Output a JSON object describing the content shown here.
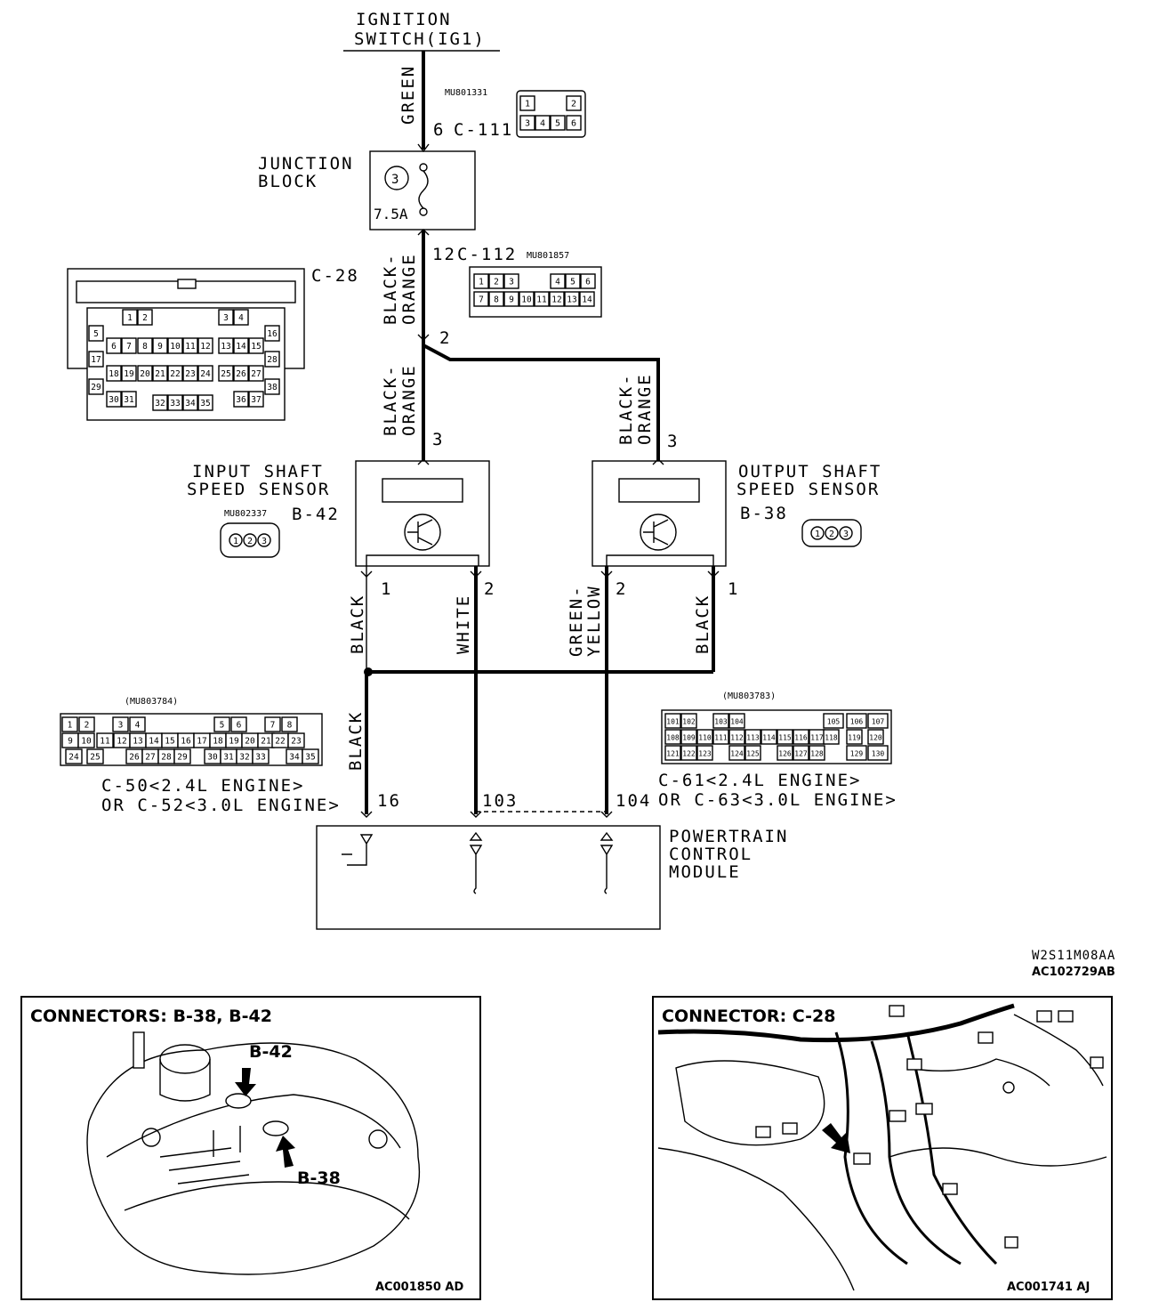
{
  "diagram": {
    "ignition_switch": {
      "line1": "IGNITION",
      "line2": "SWITCH(IG1)"
    },
    "wires": {
      "green": "GREEN",
      "black_orange_1": {
        "l1": "BLACK-",
        "l2": "ORANGE"
      },
      "black_orange_2": {
        "l1": "BLACK-",
        "l2": "ORANGE"
      },
      "black_orange_3": {
        "l1": "BLACK-",
        "l2": "ORANGE"
      },
      "black_a": "BLACK",
      "white": "WHITE",
      "green_yellow": {
        "l1": "GREEN-",
        "l2": "YELLOW"
      },
      "black_b": "BLACK",
      "black_c": "BLACK"
    },
    "connectors": {
      "c111": {
        "pin": "6",
        "name": "C-111",
        "part": "MU801331",
        "pins": [
          "1",
          "2",
          "3",
          "4",
          "5",
          "6"
        ]
      },
      "c112": {
        "pin": "12",
        "name": "C-112",
        "part": "MU801857",
        "pins": [
          "1",
          "2",
          "3",
          "4",
          "5",
          "6",
          "7",
          "8",
          "9",
          "10",
          "11",
          "12",
          "13",
          "14"
        ]
      },
      "c28": {
        "name": "C-28",
        "pins": [
          "1",
          "2",
          "3",
          "4",
          "5",
          "6",
          "7",
          "8",
          "9",
          "10",
          "11",
          "12",
          "13",
          "14",
          "15",
          "16",
          "17",
          "18",
          "19",
          "20",
          "21",
          "22",
          "23",
          "24",
          "25",
          "26",
          "27",
          "28",
          "29",
          "30",
          "31",
          "32",
          "33",
          "34",
          "35",
          "36",
          "37",
          "38"
        ]
      },
      "b42": {
        "name": "B-42",
        "part": "MU802337",
        "pins": [
          "1",
          "2",
          "3"
        ]
      },
      "b38": {
        "name": "B-38",
        "pins": [
          "1",
          "2",
          "3"
        ]
      },
      "c50": {
        "part": "(MU803784)",
        "line1": "C-50<2.4L ENGINE>",
        "line2": "OR C-52<3.0L ENGINE>",
        "pins": [
          "1",
          "2",
          "3",
          "4",
          "5",
          "6",
          "7",
          "8",
          "9",
          "10",
          "11",
          "12",
          "13",
          "14",
          "15",
          "16",
          "17",
          "18",
          "19",
          "20",
          "21",
          "22",
          "23",
          "24",
          "25",
          "26",
          "27",
          "28",
          "29",
          "30",
          "31",
          "32",
          "33",
          "34",
          "35"
        ]
      },
      "c61": {
        "part": "(MU803783)",
        "line1": "C-61<2.4L ENGINE>",
        "line2": "OR C-63<3.0L ENGINE>",
        "pins": [
          "101",
          "102",
          "103",
          "104",
          "105",
          "106",
          "107",
          "108",
          "109",
          "110",
          "111",
          "112",
          "113",
          "114",
          "115",
          "116",
          "117",
          "118",
          "119",
          "120",
          "121",
          "122",
          "123",
          "124",
          "125",
          "126",
          "127",
          "128",
          "129",
          "130"
        ]
      }
    },
    "junction_block": {
      "line1": "JUNCTION",
      "line2": "BLOCK",
      "fuse_no": "3",
      "fuse_rating": "7.5A"
    },
    "pin_labels": {
      "split": "2",
      "isss_supply": "3",
      "osss_supply": "3",
      "isss_1": "1",
      "isss_2": "2",
      "osss_2": "2",
      "osss_1": "1",
      "pcm_16": "16",
      "pcm_103": "103",
      "pcm_104": "104"
    },
    "input_sensor": {
      "line1": "INPUT SHAFT",
      "line2": "SPEED SENSOR"
    },
    "output_sensor": {
      "line1": "OUTPUT SHAFT",
      "line2": "SPEED SENSOR"
    },
    "pcm": {
      "line1": "POWERTRAIN",
      "line2": "CONTROL",
      "line3": "MODULE"
    },
    "diagram_code": "W2S11M08AA",
    "figure_id": "AC102729AB"
  },
  "panels": {
    "left": {
      "title": "CONNECTORS: B-38, B-42",
      "callout_a": "B-42",
      "callout_b": "B-38",
      "figure_id": "AC001850 AD"
    },
    "right": {
      "title": "CONNECTOR: C-28",
      "figure_id": "AC001741 AJ"
    }
  }
}
